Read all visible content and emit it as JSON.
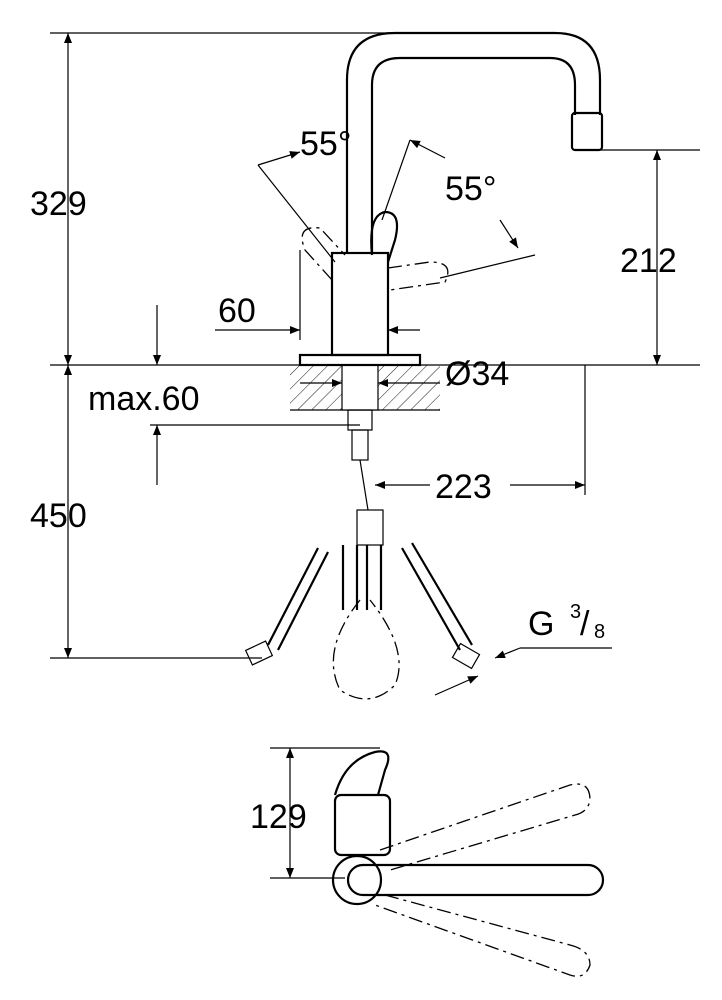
{
  "drawing": {
    "dimensions": {
      "total_height": "329",
      "spout_height": "212",
      "lever_angle_left": "55°",
      "lever_angle_right": "55°",
      "body_width": "60",
      "bore_diameter": "Ø34",
      "max_thickness": "max.60",
      "hose_length": "450",
      "reach": "223",
      "thread_prefix": "G",
      "thread_num": "3",
      "thread_den": "8",
      "top_view_height": "129"
    },
    "colors": {
      "line": "#000000",
      "background": "#ffffff"
    }
  }
}
